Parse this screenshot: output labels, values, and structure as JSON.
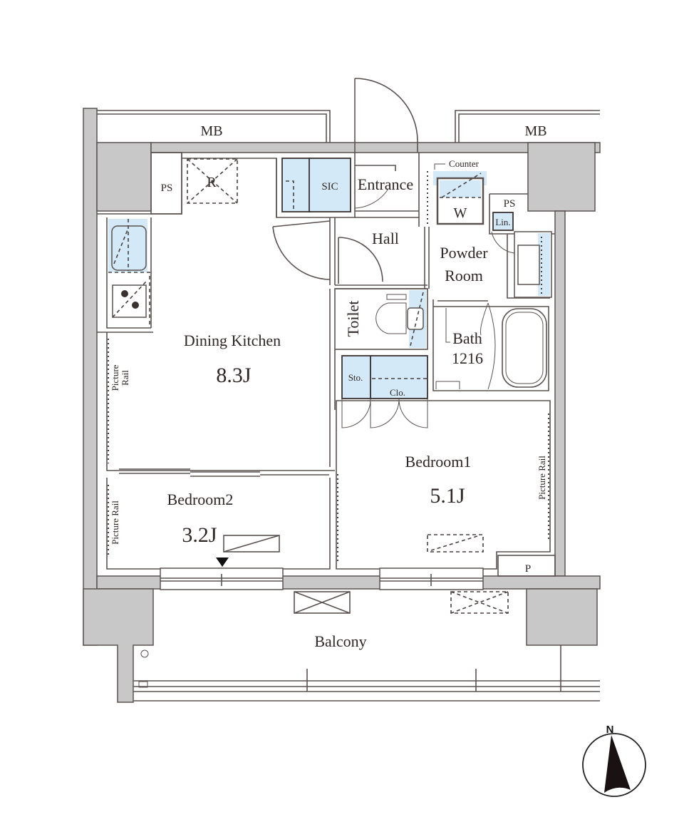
{
  "floor_plan": {
    "rooms": {
      "dining_kitchen": {
        "label": "Dining Kitchen",
        "size": "8.3J"
      },
      "bedroom1": {
        "label": "Bedroom1",
        "size": "5.1J"
      },
      "bedroom2": {
        "label": "Bedroom2",
        "size": "3.2J"
      },
      "balcony": {
        "label": "Balcony"
      },
      "entrance": {
        "label": "Entrance"
      },
      "hall": {
        "label": "Hall"
      },
      "toilet": {
        "label": "Toilet"
      },
      "powder_room": {
        "label_line1": "Powder",
        "label_line2": "Room"
      },
      "bath": {
        "label": "Bath",
        "size": "1216"
      }
    },
    "fixtures": {
      "mb_left": "MB",
      "mb_right": "MB",
      "ps_left": "PS",
      "ps_right": "PS",
      "refrigerator": "R",
      "sic": "SIC",
      "counter": "Counter",
      "washer": "W",
      "linen": "Lin.",
      "storage": "Sto.",
      "closet": "Clo.",
      "pipe_space": "P",
      "picture_rail_dk_line1": "Picture",
      "picture_rail_dk_line2": "Rail",
      "picture_rail_br2": "Picture Rail",
      "picture_rail_br1": "Picture Rail"
    },
    "compass": {
      "label": "N"
    },
    "colors": {
      "wall_fill": "#c8c8c8",
      "wall_line": "#5a5250",
      "fixture_blue": "#d4e9f7"
    }
  }
}
